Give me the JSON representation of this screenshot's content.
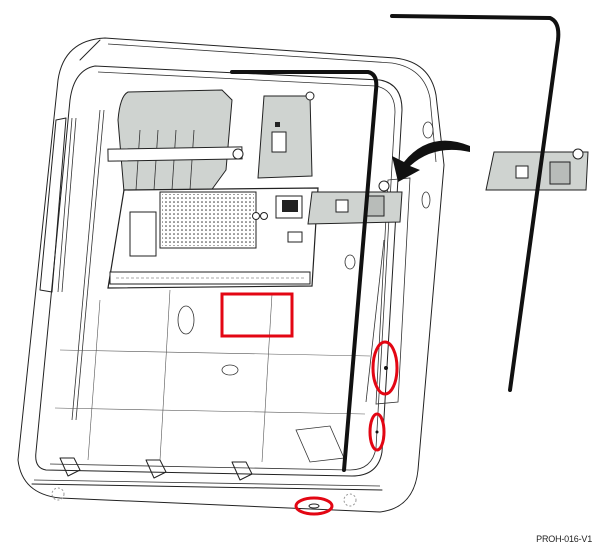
{
  "diagram": {
    "reference_code": "PROH-016-V1",
    "highlight_color": "#e30613",
    "line_color": "#222222",
    "cable_color": "#111111",
    "board_fill": "#cfd3d0",
    "components": {
      "enclosure": "enclosure-base",
      "main_board": "control-panel-pcb",
      "comm_module": "plug-in-module",
      "daughter_board": "antenna-connector-board",
      "external_board": "antenna-connector-board-detached",
      "antenna": "antenna-cable",
      "arrow": "insertion-arrow"
    },
    "highlights": [
      "mounting-area-rectangle",
      "side-knockout-upper",
      "side-knockout-lower",
      "bottom-knockout"
    ]
  }
}
